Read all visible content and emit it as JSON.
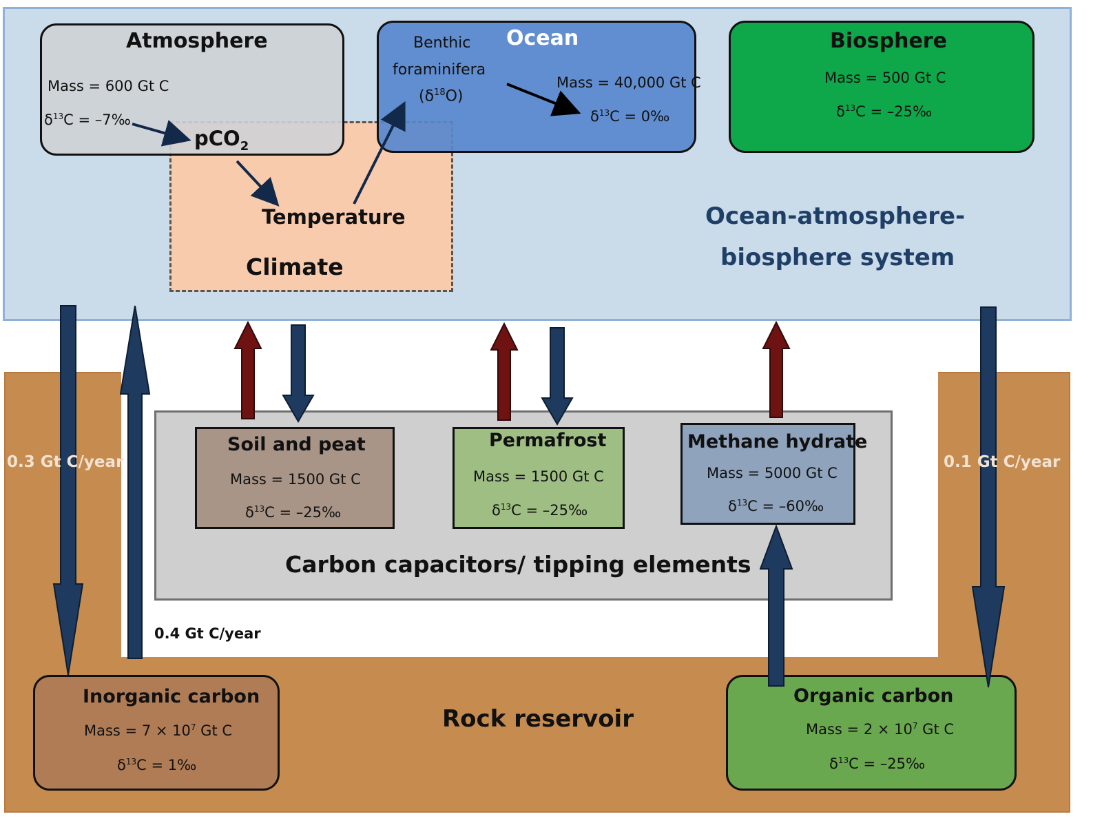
{
  "colors": {
    "system_panel": "#cadbea",
    "rock": "#c68b4e",
    "atmosphere": "#c9cfd6",
    "ocean": "#5f8ccc",
    "biosphere": "#0ea84a",
    "climate": "#f8cbad",
    "capacitor_panel": "#cfcfcf",
    "soil": "#a89587",
    "permafrost": "#9fbe84",
    "methane": "#8fa3bd",
    "inorganic": "#b07c56",
    "organic": "#6aa84f",
    "flux_blue": "#1f3a5f",
    "flux_red": "#6e1212",
    "system_label": "#1f3f66"
  },
  "atmosphere": {
    "title": "Atmosphere",
    "mass": "Mass = 600 Gt C",
    "d13c_rest": "C = –7‰"
  },
  "pco2": {
    "base": "pCO",
    "sub": "2"
  },
  "temperature": "Temperature",
  "climate": "Climate",
  "ocean": {
    "title": "Ocean",
    "benthic_line1": "Benthic",
    "benthic_line2": "foraminifera",
    "d18o_open": "(δ",
    "d18o_sup": "18",
    "d18o_close": "O)",
    "mass": "Mass = 40,000 Gt C",
    "d13c_rest": "C = 0‰"
  },
  "biosphere": {
    "title": "Biosphere",
    "mass": "Mass = 500 Gt C",
    "d13c_rest": "C = –25‰"
  },
  "system_label": {
    "line1": "Ocean-atmosphere-",
    "line2": "biosphere system"
  },
  "capacitors": {
    "label": "Carbon capacitors/ tipping elements",
    "soil": {
      "title": "Soil and peat",
      "mass": "Mass = 1500 Gt C",
      "d13c_rest": "C = –25‰"
    },
    "permafrost": {
      "title": "Permafrost",
      "mass": "Mass = 1500 Gt C",
      "d13c_rest": "C = –25‰"
    },
    "methane": {
      "title": "Methane hydrate",
      "mass": "Mass = 5000 Gt C",
      "d13c_rest": "C = –60‰"
    }
  },
  "rock": {
    "label": "Rock reservoir",
    "inorganic": {
      "title": "Inorganic carbon",
      "mass_pre": "Mass = 7 × 10",
      "mass_exp": "7",
      "mass_post": " Gt C",
      "d13c_rest": "C = 1‰"
    },
    "organic": {
      "title": "Organic carbon",
      "mass_pre": "Mass = 2 × 10",
      "mass_exp": "7",
      "mass_post": " Gt C",
      "d13c_rest": "C = –25‰"
    }
  },
  "d13c": {
    "delta": "δ",
    "sup": "13"
  },
  "fluxes": {
    "left_down": "0.3 Gt C/year",
    "left_up": "0.4 Gt C/year",
    "right_down": "0.1 Gt C/year"
  }
}
